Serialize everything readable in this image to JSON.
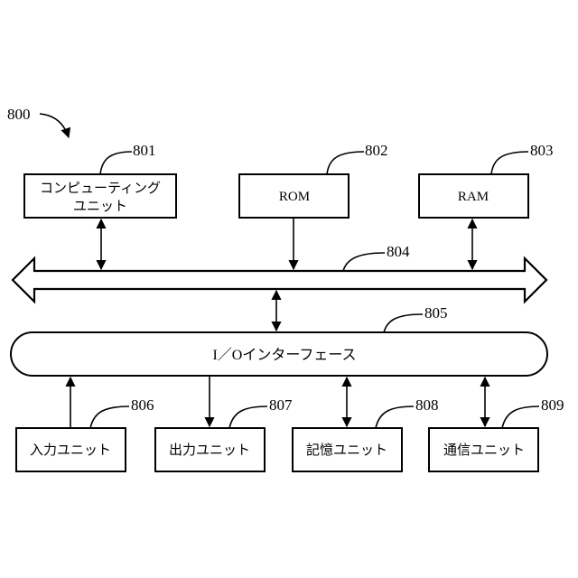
{
  "figure": {
    "ref": "800"
  },
  "top_units": [
    {
      "ref": "801",
      "label_lines": [
        "コンピューティング",
        "ユニット"
      ]
    },
    {
      "ref": "802",
      "label_lines": [
        "ROM"
      ]
    },
    {
      "ref": "803",
      "label_lines": [
        "RAM"
      ]
    }
  ],
  "bus": {
    "ref": "804"
  },
  "io_interface": {
    "ref": "805",
    "label": "I／Oインターフェース"
  },
  "bottom_units": [
    {
      "ref": "806",
      "label": "入力ユニット"
    },
    {
      "ref": "807",
      "label": "出力ユニット"
    },
    {
      "ref": "808",
      "label": "記憶ユニット"
    },
    {
      "ref": "809",
      "label": "通信ユニット"
    }
  ]
}
